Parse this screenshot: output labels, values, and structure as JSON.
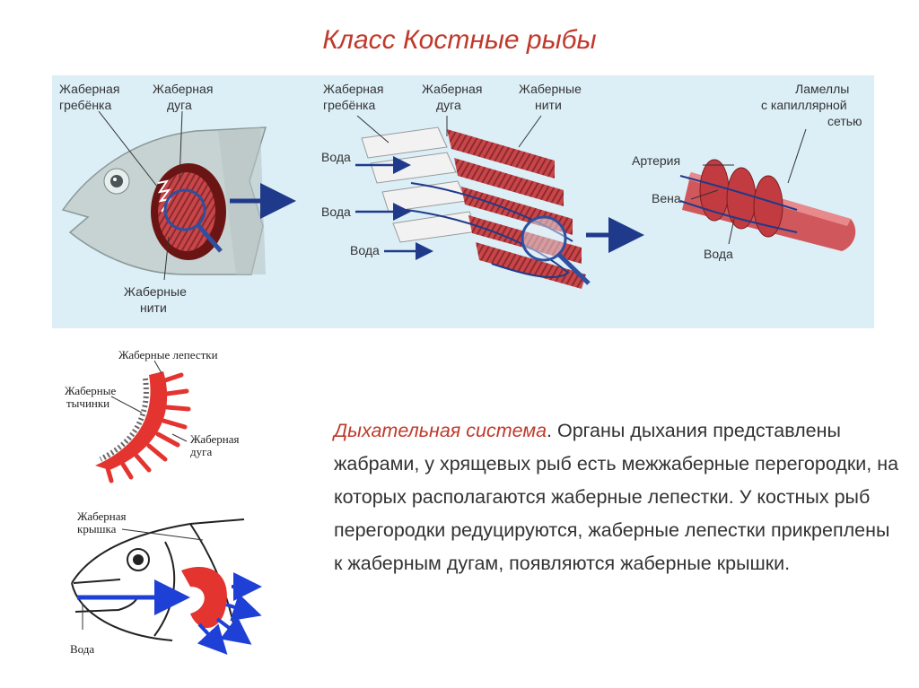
{
  "title": "Класс Костные рыбы",
  "top_diagram": {
    "fish_head": {
      "label_raker": [
        "Жаберная",
        "гребёнка"
      ],
      "label_arch": [
        "Жаберная",
        "дуга"
      ],
      "label_filaments": [
        "Жаберные",
        "нити"
      ]
    },
    "gill_detail": {
      "label_raker": [
        "Жаберная",
        "гребёнка"
      ],
      "label_arch": [
        "Жаберная",
        "дуга"
      ],
      "label_filaments": [
        "Жаберные",
        "нити"
      ],
      "water_labels": [
        "Вода",
        "Вода",
        "Вода"
      ]
    },
    "filament_detail": {
      "label_lamellae": [
        "Ламеллы",
        "с капиллярной",
        "сетью"
      ],
      "label_artery": "Артерия",
      "label_vein": "Вена",
      "label_water": "Вода"
    },
    "colors": {
      "panel_bg": "#dceff7",
      "arrow": "#1f3a8a",
      "gill": "#c8464a"
    }
  },
  "bottom_diagram": {
    "label_petals": "Жаберные лепестки",
    "label_rakers": [
      "Жаберные",
      "тычинки"
    ],
    "label_arch": [
      "Жаберная",
      "дуга"
    ],
    "label_operculum": [
      "Жаберная",
      "крышка"
    ],
    "label_water": "Вода",
    "colors": {
      "gill": "#e3342f",
      "arrow": "#1e40d6"
    }
  },
  "description": {
    "lead": "Дыхательная система",
    "body": ". Органы дыхания представлены жабрами, у хрящевых рыб есть межжаберные перегородки, на которых располагаются жаберные лепестки. У костных рыб перегородки редуцируются, жаберные лепестки прикреплены к жаберным дугам, появляются жаберные крышки."
  }
}
